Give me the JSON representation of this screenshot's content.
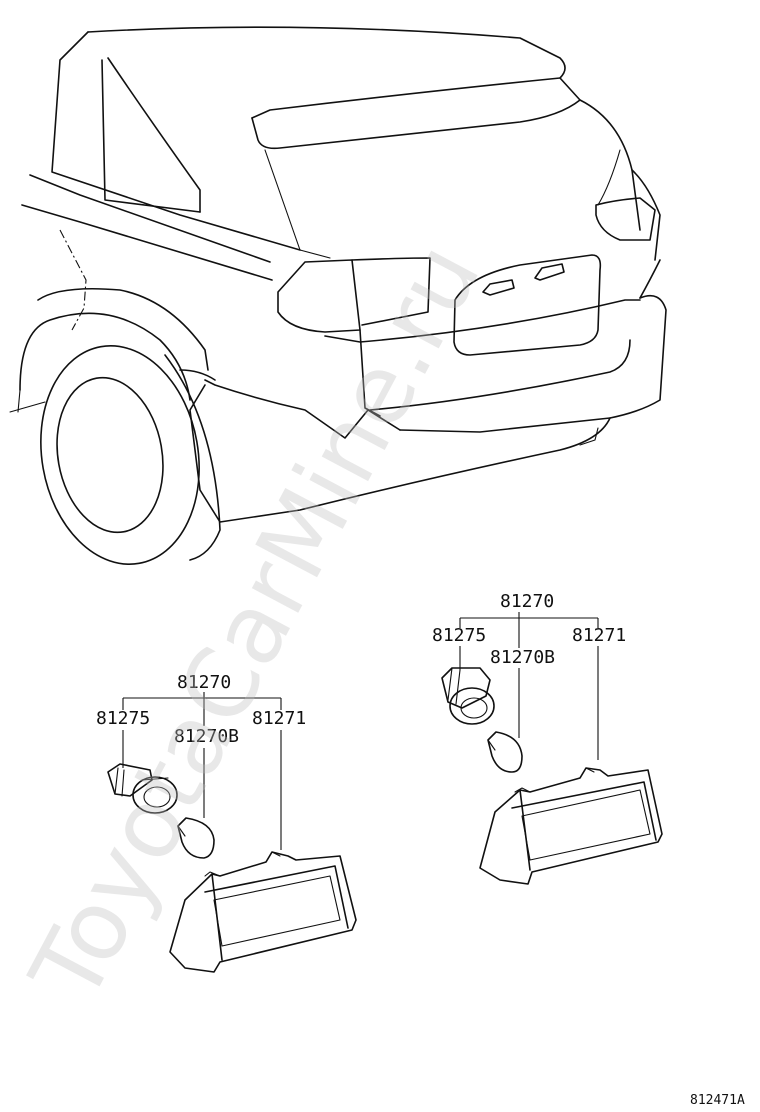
{
  "watermark": "ToyotaCarMine.ru",
  "drawing_code": "812471A",
  "left_group": {
    "top_label": "81270",
    "socket_label": "81275",
    "bulb_label": "81270B",
    "lens_label": "81271"
  },
  "right_group": {
    "top_label": "81270",
    "socket_label": "81275",
    "bulb_label": "81270B",
    "lens_label": "81271"
  }
}
